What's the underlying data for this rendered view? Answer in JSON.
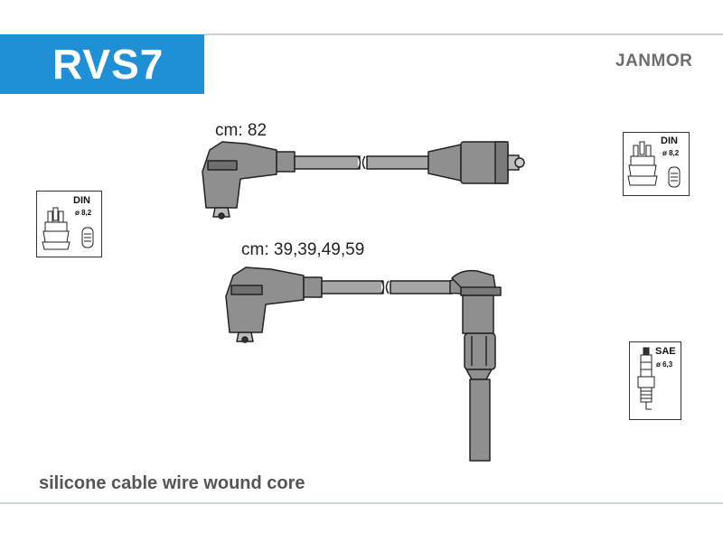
{
  "header": {
    "code": "RVS7",
    "brand": "JANMOR",
    "accent_color": "#1f8fd6"
  },
  "cables": [
    {
      "length_label": "cm: 82"
    },
    {
      "length_label": "cm: 39,39,49,59"
    }
  ],
  "badges": {
    "distributor_left": {
      "standard": "DIN",
      "diameter": "ø 8,2",
      "icon": "distributor-cap-icon"
    },
    "distributor_right": {
      "standard": "DIN",
      "diameter": "ø 8,2",
      "icon": "distributor-cap-icon"
    },
    "spark_plug": {
      "standard": "SAE",
      "diameter": "ø 6,3",
      "icon": "spark-plug-icon"
    }
  },
  "footer": {
    "caption": "silicone cable wire wound core"
  }
}
